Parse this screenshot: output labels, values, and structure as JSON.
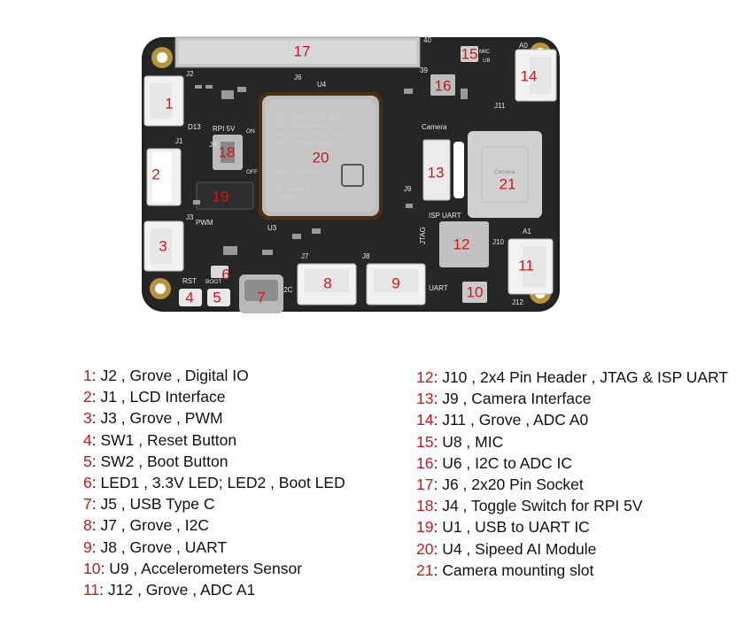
{
  "board": {
    "silkscreen": {
      "j2": "J2",
      "j1": "J1",
      "j3": "J3",
      "j4": "J4",
      "j6": "J6",
      "j7": "J7",
      "j8": "J8",
      "j9": "J9",
      "j10": "J10",
      "j11": "J11",
      "j12": "J12",
      "u4": "U4",
      "u8": "U8",
      "u3": "U3",
      "d13": "D13",
      "rpi5v": "RPI 5V",
      "pwm": "PWM",
      "rst": "RST",
      "boot": "BOOT",
      "camera": "Camera",
      "isp_uart": "ISP UART",
      "jtag": "JTAG",
      "uart": "UART",
      "i2c": "I2C",
      "mic": "MIC",
      "a0": "A0",
      "a1": "A1",
      "pin39": "39",
      "pin40": "40",
      "off": "OFF",
      "on": "ON"
    },
    "module_text": {
      "line1": "SIPEED M1",
      "line2": "AI MODULE",
      "line3": "K210 INSIDE",
      "line4": "RISC-V RV64IMAFDC",
      "line5": "CPU DUAL CORE 64BIT",
      "line6": "KPU 230GMULps",
      "line7": "FPU DP&SP APU 8MIC"
    },
    "camera_slot_label": "Camera",
    "markers": [
      "17",
      "15",
      "14",
      "16",
      "1",
      "18",
      "20",
      "2",
      "13",
      "21",
      "19",
      "3",
      "12",
      "11",
      "6",
      "8",
      "9",
      "4",
      "5",
      "7",
      "10"
    ]
  },
  "legend": {
    "left": [
      {
        "num": "1",
        "text": ": J2 , Grove , Digital IO"
      },
      {
        "num": "2",
        "text": ": J1 , LCD Interface"
      },
      {
        "num": "3",
        "text": ": J3 , Grove , PWM"
      },
      {
        "num": "4",
        "text": ": SW1 , Reset Button"
      },
      {
        "num": "5",
        "text": ": SW2 , Boot Button"
      },
      {
        "num": "6",
        "text": ": LED1 , 3.3V LED; LED2 , Boot LED"
      },
      {
        "num": "7",
        "text": ": J5 , USB Type C"
      },
      {
        "num": "8",
        "text": ": J7 , Grove , I2C"
      },
      {
        "num": "9",
        "text": ": J8 , Grove , UART"
      },
      {
        "num": "10",
        "text": ": U9 , Accelerometers Sensor"
      },
      {
        "num": "11",
        "text": ": J12 , Grove , ADC A1"
      }
    ],
    "right": [
      {
        "num": "12",
        "text": ": J10 , 2x4 Pin Header , JTAG & ISP UART"
      },
      {
        "num": "13",
        "text": ": J9 , Camera Interface"
      },
      {
        "num": "14",
        "text": ": J11 , Grove , ADC A0"
      },
      {
        "num": "15",
        "text": ": U8 , MIC"
      },
      {
        "num": "16",
        "text": ": U6 , I2C to ADC IC"
      },
      {
        "num": "17",
        "text": ": J6 , 2x20 Pin Socket"
      },
      {
        "num": "18",
        "text": ": J4 , Toggle Switch for RPI 5V"
      },
      {
        "num": "19",
        "text": ": U1 , USB to UART IC"
      },
      {
        "num": "20",
        "text": ": U4 , Sipeed AI Module"
      },
      {
        "num": "21",
        "text": ": Camera mounting slot"
      }
    ]
  }
}
